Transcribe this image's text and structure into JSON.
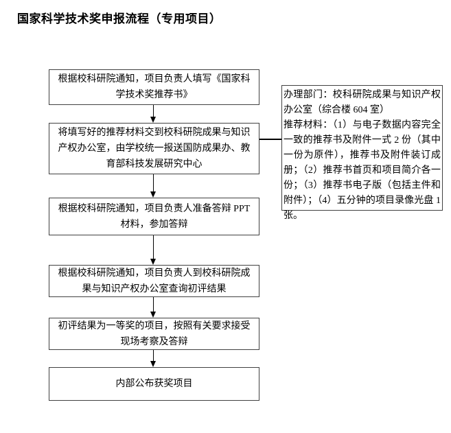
{
  "page": {
    "title": "国家科学技术奖申报流程（专用项目）"
  },
  "flow": {
    "steps": [
      {
        "text": "根据校科研院通知，项目负责人填写《国家科学技术奖推荐书》"
      },
      {
        "text": "将填写好的推荐材料交到校科研院成果与知识产权办公室，由学校统一报送国防成果办、教育部科技发展研究中心"
      },
      {
        "text": "根据校科研院通知，项目负责人准备答辩 PPT 材料，参加答辩"
      },
      {
        "text": "根据校科研院通知，项目负责人到校科研院成果与知识产权办公室查询初评结果"
      },
      {
        "text": "初评结果为一等奖的项目，按照有关要求接受现场考察及答辩"
      },
      {
        "text": "内部公布获奖项目"
      }
    ]
  },
  "side_note": {
    "department": "办理部门：校科研院成果与知识产权办公室（综合楼 604 室）",
    "materials": "推荐材料：（1）与电子数据内容完全一致的推荐书及附件一式 2 份（其中一份为原件），推荐书及附件装订成册；（2）推荐书首页和项目简介各一份；（3）推荐书电子版（包括主件和附件）；（4）五分钟的项目录像光盘 1 张。"
  },
  "colors": {
    "background": "#ffffff",
    "text": "#000000",
    "box_border": "#404040",
    "arrow": "#000000"
  }
}
